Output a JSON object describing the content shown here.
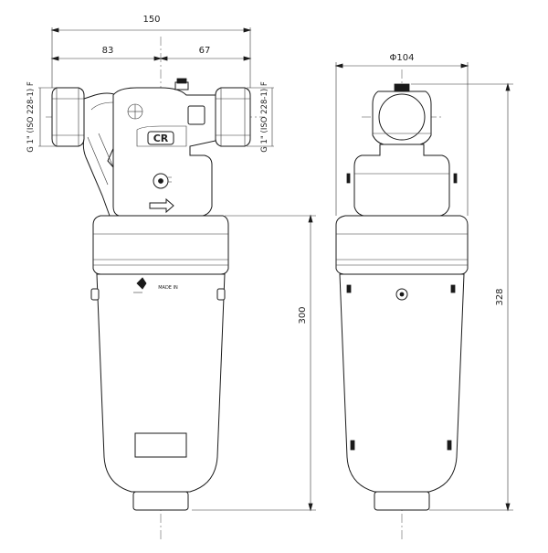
{
  "dimensions": {
    "overall_width": "150",
    "left_inlet_to_center": "83",
    "center_to_right_outlet": "67",
    "diameter": "Φ104",
    "height_body": "300",
    "height_overall": "328"
  },
  "thread_labels": {
    "left": "G 1\" (ISO 228-1) F",
    "right": "G 1\" (ISO 228-1) F"
  },
  "markings": {
    "cr_logo": "CR",
    "made_in_label": "MADE IN"
  }
}
